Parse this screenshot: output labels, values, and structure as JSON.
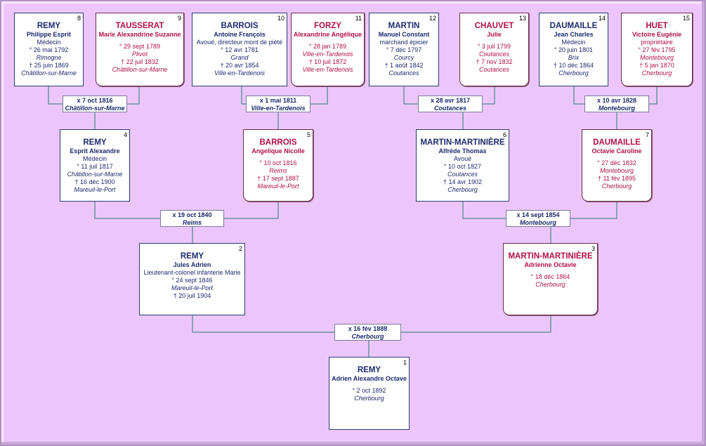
{
  "persons": {
    "p8": {
      "num": "8",
      "sur": "REMY",
      "giv": "Philippe Esprit",
      "occ": "Médecin",
      "lines": [
        {
          "t": "° 26 mai 1792"
        },
        {
          "t": "Rimogne",
          "i": true
        },
        {
          "t": "† 25 juin 1869"
        },
        {
          "t": "Châtillon-sur-Marne",
          "i": true
        }
      ]
    },
    "p9": {
      "num": "9",
      "sur": "TAUSSERAT",
      "giv": "Marie Alexandrine Suzanne",
      "occ": "",
      "lines": [
        {
          "t": "° 29 sept 1789"
        },
        {
          "t": "Plivot",
          "i": true
        },
        {
          "t": "† 22 juil 1832"
        },
        {
          "t": "Châtillon-sur-Marne",
          "i": true
        }
      ]
    },
    "p10": {
      "num": "10",
      "sur": "BARROIS",
      "giv": "Antoine François",
      "occ": "Avoué, directeur mont de piété",
      "lines": [
        {
          "t": "° 12 avr 1781"
        },
        {
          "t": "Grand",
          "i": true
        },
        {
          "t": "† 20 avr 1854"
        },
        {
          "t": "Ville-en-Tardenois",
          "i": true
        }
      ]
    },
    "p11": {
      "num": "11",
      "sur": "FORZY",
      "giv": "Alexandrine Angélique",
      "occ": "",
      "lines": [
        {
          "t": "° 28 jan 1789"
        },
        {
          "t": "Ville-en-Tardenois",
          "i": true
        },
        {
          "t": "† 10 juil 1872"
        },
        {
          "t": "Ville-en-Tardenois",
          "i": true
        }
      ]
    },
    "p12": {
      "num": "12",
      "sur": "MARTIN",
      "giv": "Manuel Constant",
      "occ": "marchand épicier",
      "lines": [
        {
          "t": "° 7 déc 1797"
        },
        {
          "t": "Courcy",
          "i": true
        },
        {
          "t": "† 1 août 1842"
        },
        {
          "t": "Coutances",
          "i": true
        }
      ]
    },
    "p13": {
      "num": "13",
      "sur": "CHAUVET",
      "giv": "Julie",
      "occ": "",
      "lines": [
        {
          "t": "° 3 juil 1799"
        },
        {
          "t": "Coutances",
          "i": true
        },
        {
          "t": "† 7 nov 1832"
        },
        {
          "t": "Coutances",
          "i": true
        }
      ]
    },
    "p14": {
      "num": "14",
      "sur": "DAUMAILLE",
      "giv": "Jean Charles",
      "occ": "Médecin",
      "lines": [
        {
          "t": "° 20 juin 1801"
        },
        {
          "t": "Brix",
          "i": true
        },
        {
          "t": "† 10 déc 1864"
        },
        {
          "t": "Cherbourg",
          "i": true
        }
      ]
    },
    "p15": {
      "num": "15",
      "sur": "HUET",
      "giv": "Victoire Eugénie",
      "occ": "propriétaire",
      "lines": [
        {
          "t": "° 27 fév 1795"
        },
        {
          "t": "Montebourg",
          "i": true
        },
        {
          "t": "† 5 jan 1870"
        },
        {
          "t": "Cherbourg",
          "i": true
        }
      ]
    },
    "p4": {
      "num": "4",
      "sur": "REMY",
      "giv": "Esprit Alexandre",
      "occ": "Médecin",
      "lines": [
        {
          "t": "° 11 juil 1817"
        },
        {
          "t": "Châtillon-sur-Marne",
          "i": true
        },
        {
          "t": "† 16 déc 1900"
        },
        {
          "t": "Mareuil-le-Port",
          "i": true
        }
      ]
    },
    "p5": {
      "num": "5",
      "sur": "BARROIS",
      "giv": "Angelique Nicolle",
      "occ": "",
      "lines": [
        {
          "t": "° 10 oct 1816"
        },
        {
          "t": "Reims",
          "i": true
        },
        {
          "t": "† 17 sept 1887"
        },
        {
          "t": "Mareuil-le-Port",
          "i": true
        }
      ]
    },
    "p6": {
      "num": "6",
      "sur": "MARTIN-MARTINIÈRE",
      "giv": "Alfrède Thomas",
      "occ": "Avoué",
      "lines": [
        {
          "t": "° 10 oct 1827"
        },
        {
          "t": "Coutances",
          "i": true
        },
        {
          "t": "† 14 avr 1902"
        },
        {
          "t": "Cherbourg",
          "i": true
        }
      ]
    },
    "p7": {
      "num": "7",
      "sur": "DAUMAILLE",
      "giv": "Octavie Caroline",
      "occ": "",
      "lines": [
        {
          "t": "° 27 déc 1832"
        },
        {
          "t": "Montebourg",
          "i": true
        },
        {
          "t": "† 11 fév 1895"
        },
        {
          "t": "Cherbourg",
          "i": true
        }
      ]
    },
    "p2": {
      "num": "2",
      "sur": "REMY",
      "giv": "Jules Adrien",
      "occ": "Lieutenant-colonel infanterie Marie",
      "lines": [
        {
          "t": "° 24 sept 1846"
        },
        {
          "t": "Mareuil-le-Port",
          "i": true
        },
        {
          "t": "† 20 juil 1904"
        }
      ]
    },
    "p3": {
      "num": "3",
      "sur": "MARTIN-MARTINIÈRE",
      "giv": "Adrienne Octavie",
      "occ": "",
      "lines": [
        {
          "t": "° 18 déc 1864"
        },
        {
          "t": "Cherbourg",
          "i": true
        }
      ]
    },
    "p1": {
      "num": "1",
      "sur": "REMY",
      "giv": "Adrien Alexandre Octave",
      "occ": "",
      "lines": [
        {
          "t": "° 2 oct 1892"
        },
        {
          "t": "Cherbourg",
          "i": true
        }
      ]
    }
  },
  "marriages": {
    "m89": {
      "date": "x 7 oct 1816",
      "place": "Châtillon-sur-Marne"
    },
    "m1011": {
      "date": "x 1 mai 1811",
      "place": "Ville-en-Tardenois"
    },
    "m1213": {
      "date": "x 28 avr 1817",
      "place": "Coutances"
    },
    "m1415": {
      "date": "x 10 avr 1828",
      "place": "Montebourg"
    },
    "m45": {
      "date": "x 19 oct 1840",
      "place": "Reims"
    },
    "m67": {
      "date": "x 14 sept 1854",
      "place": "Montebourg"
    },
    "m23": {
      "date": "x 16 fév 1888",
      "place": "Cherbourg"
    }
  },
  "colors": {
    "background": "#ecc6fb",
    "male": "#1c2a6e",
    "female": "#b0104a",
    "line": "#2a7a70"
  }
}
